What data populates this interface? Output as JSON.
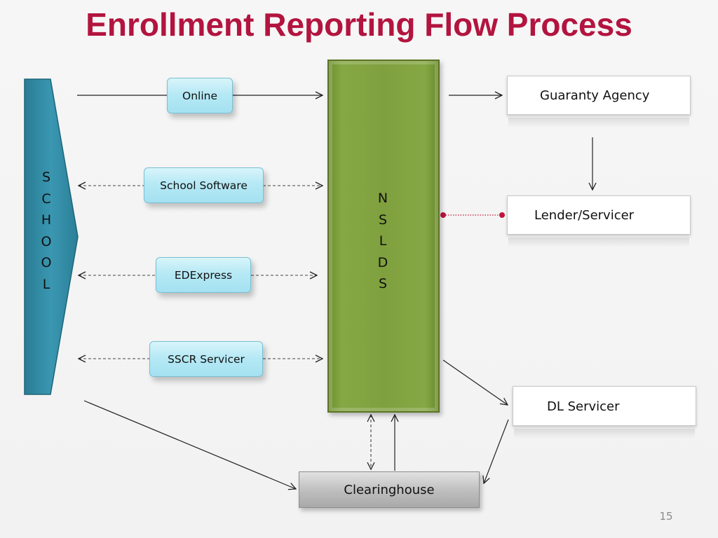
{
  "title": "Enrollment Reporting Flow Process",
  "school": {
    "letters": [
      "S",
      "C",
      "H",
      "O",
      "O",
      "L"
    ],
    "color": "#2f8aa3"
  },
  "nslds": {
    "letters": [
      "N",
      "S",
      "L",
      "D",
      "S"
    ],
    "color": "#7fa03e"
  },
  "methods": [
    {
      "label": "Online"
    },
    {
      "label": "School Software"
    },
    {
      "label": "EDExpress"
    },
    {
      "label": "SSCR Servicer"
    }
  ],
  "agencies": {
    "guaranty": "Guaranty Agency",
    "lender": "Lender/Servicer",
    "dl": "DL Servicer"
  },
  "clearinghouse": "Clearinghouse",
  "page_number": "15",
  "colors": {
    "title": "#b3143f",
    "dotted_link": "#c0143c"
  }
}
